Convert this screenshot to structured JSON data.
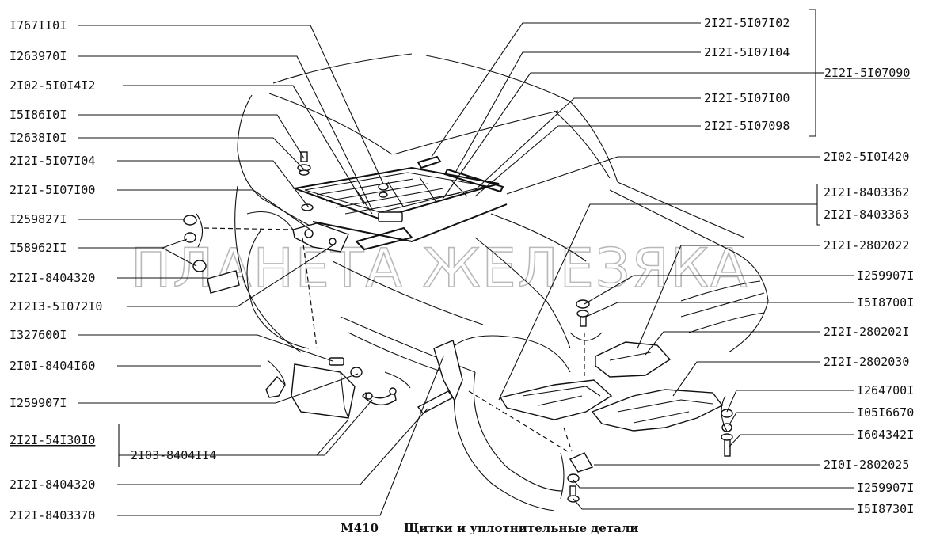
{
  "caption": {
    "code": "M410",
    "title": "Щитки и уплотнительные детали"
  },
  "watermark": "ПЛАНЕТА ЖЕЛЕЗЯКА",
  "labels_left": [
    "I767II0I",
    "I263970I",
    "2I02-5I0I4I2",
    "I5I86I0I",
    "I2638I0I",
    "2I2I-5I07I04",
    "2I2I-5I07I00",
    "I259827I",
    "I58962II",
    "2I2I-8404320",
    "2I2I3-5I072I0",
    "I327600I",
    "2I0I-8404I60",
    "I259907I",
    "2I2I-54I30I0",
    "2I03-8404II4",
    "2I2I-8404320",
    "2I2I-8403370"
  ],
  "labels_right": [
    "2I2I-5I07I02",
    "2I2I-5I07I04",
    "2I2I-5I07090",
    "2I2I-5I07I00",
    "2I2I-5I07098",
    "2I02-5I0I420",
    "2I2I-8403362",
    "2I2I-8403363",
    "2I2I-2802022",
    "I259907I",
    "I5I8700I",
    "2I2I-280202I",
    "2I2I-2802030",
    "I264700I",
    "I05I6670",
    "I604342I",
    "2I0I-2802025",
    "I259907I",
    "I5I8730I"
  ],
  "icons": {
    "bolt": "bolt-icon",
    "washer": "washer-icon",
    "nut": "nut-icon"
  }
}
